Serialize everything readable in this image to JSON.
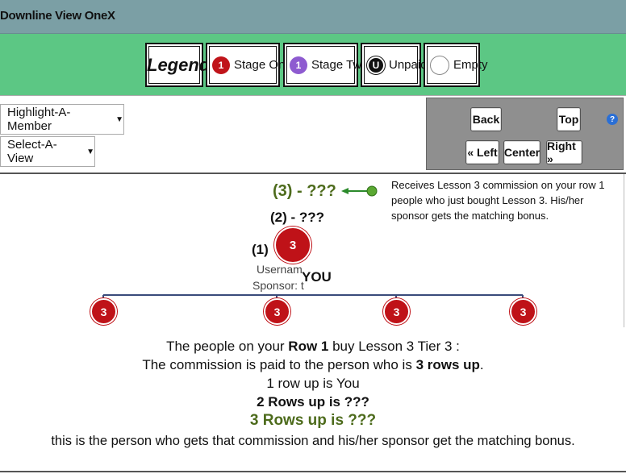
{
  "window": {
    "title": "Downline View OneX"
  },
  "legend": {
    "title": "Legend",
    "items": [
      {
        "label": "Stage One",
        "glyph": "1",
        "color": "#c0141a"
      },
      {
        "label": "Stage Two",
        "glyph": "1",
        "color": "#8e5bd0"
      },
      {
        "label": "Unpaid",
        "glyph": "U",
        "color": "#111111"
      },
      {
        "label": "Empty",
        "glyph": "",
        "color": "#ffffff"
      }
    ]
  },
  "controls": {
    "highlight_select": "Highlight-A-Member",
    "view_select": "Select-A-View",
    "nav": {
      "back": "Back",
      "top": "Top",
      "left": "« Left",
      "center": "Center",
      "right": "Right »"
    },
    "help": "?"
  },
  "tree": {
    "row3_label": "(3) - ???",
    "row2_label": "(2) - ???",
    "row1_label": "(1)",
    "you_node": "3",
    "username_text": "Usernam",
    "sponsor_text": "Sponsor: t",
    "you_label": "YOU",
    "children": [
      "3",
      "3",
      "3",
      "3"
    ],
    "explanation": "Receives Lesson 3 commission on your row 1 people who just bought Lesson 3. His/her sponsor gets the matching bonus."
  },
  "text": {
    "l1_pre": "The people on your ",
    "l1_bold": "Row 1",
    "l1_post": " buy Lesson 3 Tier 3 :",
    "l2_pre": "The commission is paid to the person who is ",
    "l2_bold": "3 rows up",
    "l2_post": ".",
    "l3": "1 row up is You",
    "l4": "2 Rows up is ???",
    "l5": "3 Rows up is ???",
    "l6": "this is the person who gets that commission and his/her sponsor get the matching bonus."
  },
  "colors": {
    "accent_green": "#4d6b1c",
    "legend_band": "#5cc784",
    "titlebar": "#7b9fa5",
    "node_red": "#bf1218"
  }
}
